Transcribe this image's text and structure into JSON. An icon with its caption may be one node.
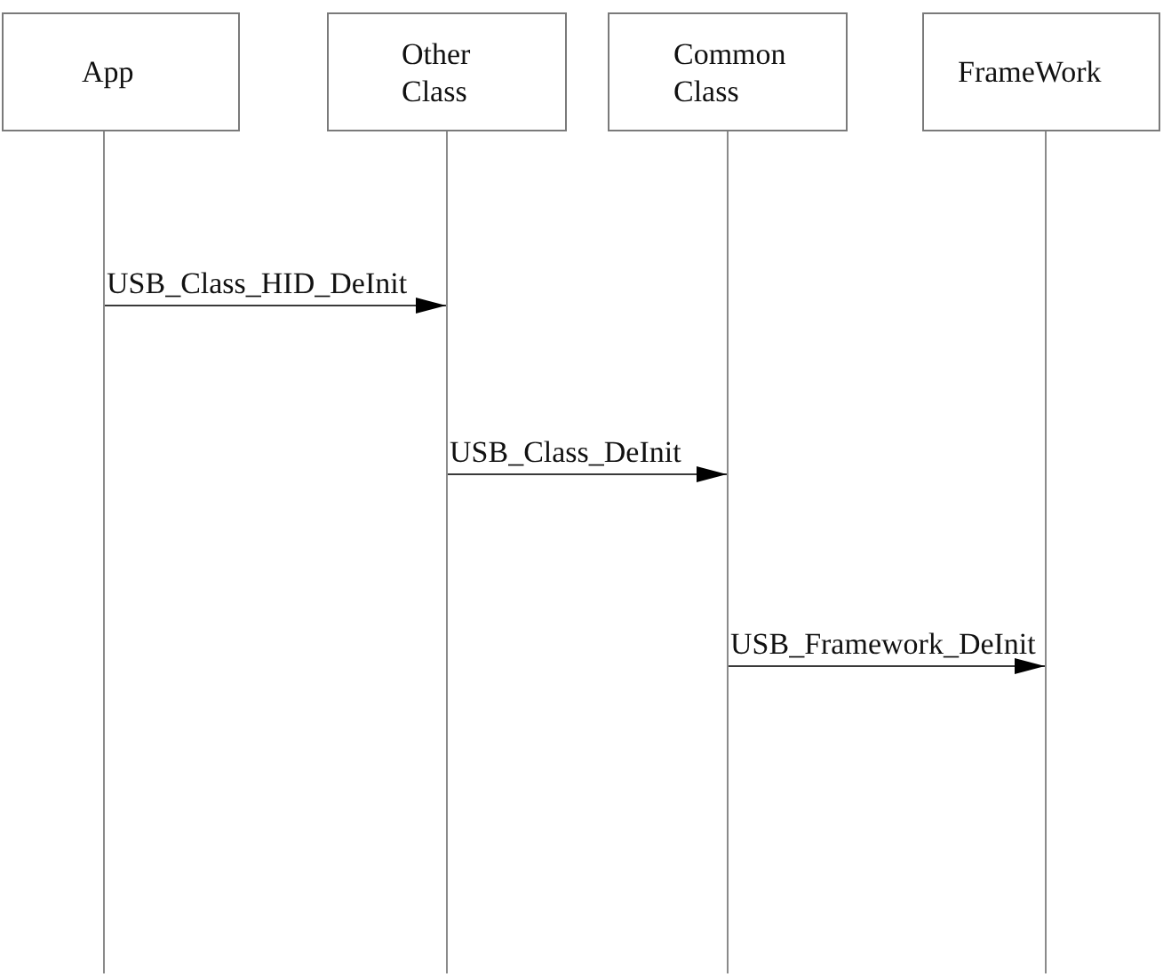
{
  "diagram": {
    "nodes": [
      {
        "text": [
          "App"
        ]
      },
      {
        "text": [
          "Other Class"
        ]
      },
      {
        "text": [
          "Common Class"
        ]
      },
      {
        "text": [
          "FrameWork"
        ]
      },
      {
        "text": [],
        "shape": "line"
      },
      {
        "text": [],
        "shape": "line"
      },
      {
        "text": [],
        "shape": "line"
      },
      {
        "text": [],
        "shape": "line"
      }
    ],
    "edges": [
      {
        "from": 4,
        "to": 5,
        "arrow": "to",
        "label": "USB_Class_HID_DeInit"
      },
      {
        "from": 5,
        "to": 6,
        "arrow": "to",
        "label": "USB_Class_DeInit"
      },
      {
        "from": 6,
        "to": 7,
        "arrow": "to",
        "label": "USB_Framework_DeInit"
      }
    ]
  }
}
